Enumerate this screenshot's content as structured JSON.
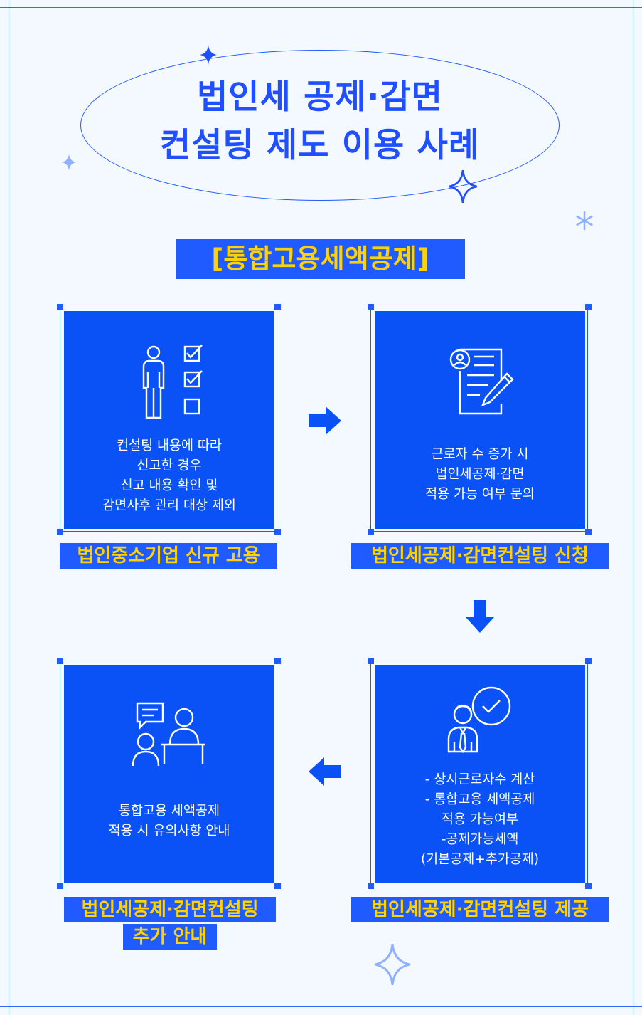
{
  "header": {
    "title_line1": "법인세 공제·감면",
    "title_line2": "컨설팅 제도 이용 사례"
  },
  "section": {
    "label": "[통합고용세액공제]"
  },
  "steps": [
    {
      "icon": "person-checklist-icon",
      "text": [
        "컨설팅 내용에 따라",
        "신고한 경우",
        "신고 내용 확인 및",
        "감면사후 관리 대상 제외"
      ],
      "caption": [
        "법인중소기업 신규 고용"
      ]
    },
    {
      "icon": "document-edit-icon",
      "text": [
        "근로자 수 증가 시",
        "법인세공제·감면",
        "적용 가능 여부 문의"
      ],
      "caption": [
        "법인세공제·감면컨설팅 신청"
      ]
    },
    {
      "icon": "consultant-check-icon",
      "text": [
        "- 상시근로자수 계산",
        "- 통합고용 세액공제",
        "적용 가능여부",
        "-공제가능세액",
        "(기본공제+추가공제)"
      ],
      "caption": [
        "법인세공제·감면컨설팅 제공"
      ]
    },
    {
      "icon": "consultation-meeting-icon",
      "text": [
        "통합고용 세액공제",
        "적용 시 유의사항 안내"
      ],
      "caption": [
        "법인세공제·감면컨설팅",
        "추가 안내"
      ]
    }
  ],
  "colors": {
    "primary": "#0a52f5",
    "accent": "#ffd200",
    "line": "#1f5bff"
  }
}
